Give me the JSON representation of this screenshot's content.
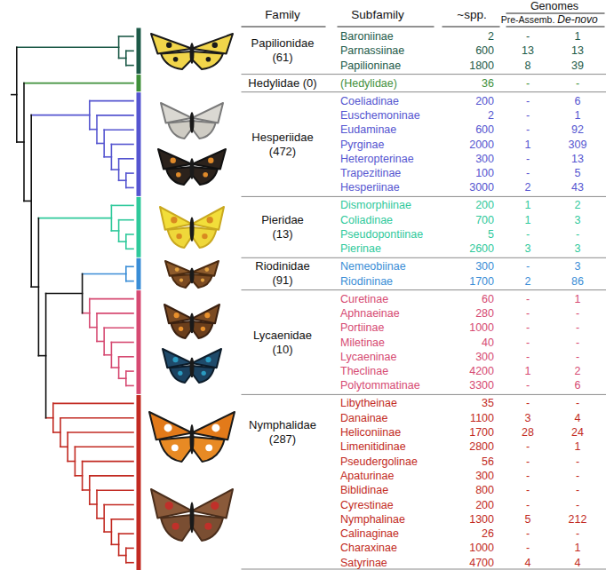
{
  "diagram": {
    "labels": [
      "Family",
      "Subfamily",
      "~spp.",
      "Genomes",
      "Pre-Assemb.",
      "De-novo",
      "Papilionidae",
      "(61)",
      "Baroniinae",
      "2",
      "-",
      "1",
      "Parnassiinae",
      "600",
      "13",
      "13",
      "Papilioninae",
      "1800",
      "8",
      "39",
      "Hedylidae (0)",
      "(Hedylidae)",
      "36",
      "-",
      "-",
      "Hesperiidae",
      "(472)",
      "Coeliadinae",
      "200",
      "-",
      "6",
      "Euschemoninae",
      "2",
      "-",
      "1",
      "Eudaminae",
      "600",
      "-",
      "92",
      "Pyrginae",
      "2000",
      "1",
      "309",
      "Heteropterinae",
      "300",
      "-",
      "13",
      "Trapezitinae",
      "100",
      "-",
      "5",
      "Hesperiinae",
      "3000",
      "2",
      "43",
      "Pieridae",
      "(13)",
      "Dismorphiinae",
      "200",
      "1",
      "2",
      "Coliadinae",
      "700",
      "1",
      "3",
      "Pseudopontiinae",
      "5",
      "-",
      "-",
      "Pierinae",
      "2600",
      "3",
      "3",
      "Riodinidae",
      "(91)",
      "Nemeobiinae",
      "300",
      "-",
      "3",
      "Riodininae",
      "1700",
      "2",
      "86",
      "Lycaenidae",
      "(10)",
      "Curetinae",
      "60",
      "-",
      "1",
      "Aphnaeinae",
      "280",
      "-",
      "-",
      "Portiinae",
      "1000",
      "-",
      "-",
      "Miletinae",
      "40",
      "-",
      "-",
      "Lycaeninae",
      "300",
      "-",
      "-",
      "Theclinae",
      "4200",
      "1",
      "2",
      "Polytommatinae",
      "3300",
      "-",
      "6",
      "Nymphalidae",
      "(287)",
      "Libytheinae",
      "35",
      "-",
      "-",
      "Danainae",
      "1100",
      "3",
      "4",
      "Heliconiinae",
      "1700",
      "28",
      "24",
      "Limenitidinae",
      "2800",
      "-",
      "1",
      "Pseudergolinae",
      "56",
      "-",
      "-",
      "Apaturinae",
      "300",
      "-",
      "-",
      "Biblidinae",
      "800",
      "-",
      "-",
      "Cyrestinae",
      "200",
      "-",
      "-",
      "Nymphalinae",
      "1300",
      "5",
      "212",
      "Calinaginae",
      "26",
      "-",
      "-",
      "Charaxinae",
      "1000",
      "-",
      "1",
      "Satyrinae",
      "4700",
      "4",
      "4"
    ]
  }
}
